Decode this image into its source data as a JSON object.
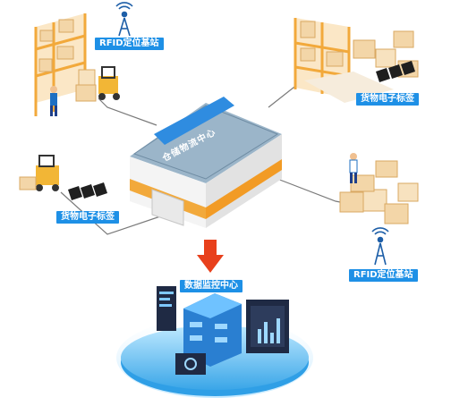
{
  "labels": {
    "rfid_top": "RFID定位基站",
    "rfid_bottom": "RFID定位基站",
    "tag_top_right": "货物电子标签",
    "tag_left": "货物电子标签",
    "warehouse": "仓储物流中心",
    "data_center": "数据监控中心"
  },
  "colors": {
    "label_bg": "#1e90e6",
    "arrow": "#e8401c",
    "rack": "#f2a93b",
    "box": "#f3d6a8",
    "roof": "#7f9fb9",
    "platform": "#49b6ee"
  },
  "icons": [
    "rfid-tower-icon",
    "shelf-icon",
    "forklift-icon",
    "worker-icon",
    "tag-icon",
    "warehouse-icon",
    "arrow-down-icon",
    "data-center-icon"
  ]
}
